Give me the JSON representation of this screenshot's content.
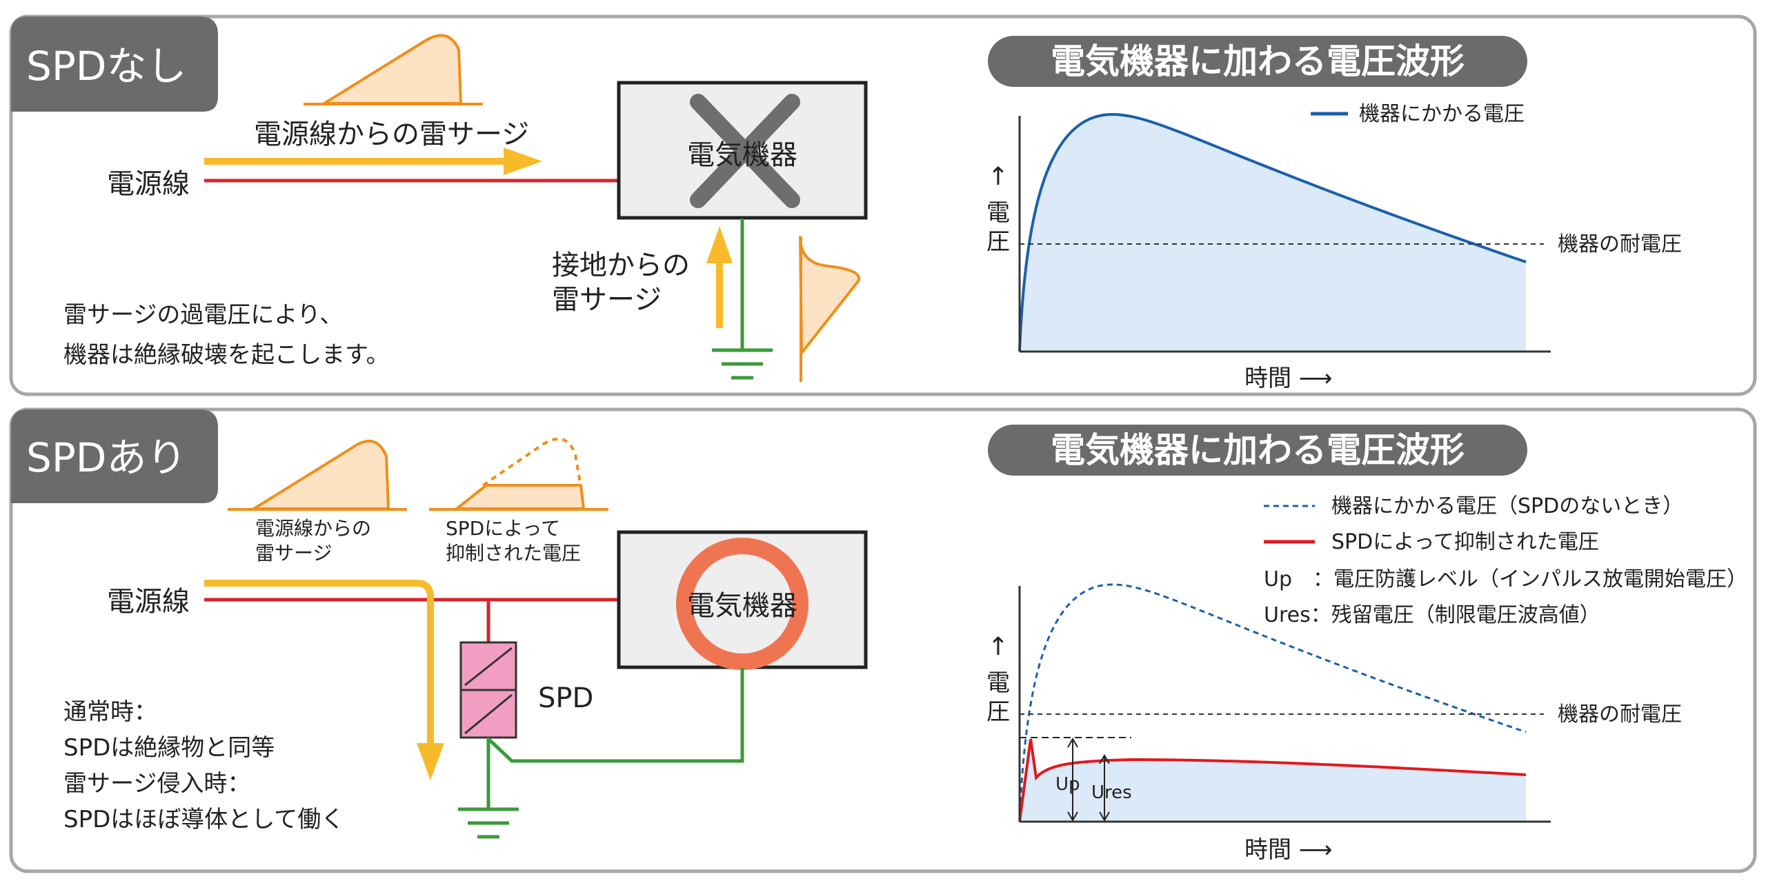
{
  "panel_without_spd": {
    "tab_label": "SPDなし",
    "power_line_label": "電源線",
    "line_surge_label": "電源線からの雷サージ",
    "device_label": "電気機器",
    "ground_surge_label_line1": "接地からの",
    "ground_surge_label_line2": "雷サージ",
    "note_line1": "雷サージの過電圧により、",
    "note_line2": "機器は絶縁破壊を起こします。",
    "chart": {
      "title": "電気機器に加わる電圧波形",
      "ylabel_arrow": "↑",
      "ylabel_char1": "電",
      "ylabel_char2": "圧",
      "xlabel": "時間 ⟶",
      "legend_voltage": "機器にかかる電圧",
      "withstand_label": "機器の耐電圧"
    }
  },
  "panel_with_spd": {
    "tab_label": "SPDあり",
    "power_line_label": "電源線",
    "surge_caption_line1": "電源線からの",
    "surge_caption_line2": "雷サージ",
    "suppressed_caption_line1": "SPDによって",
    "suppressed_caption_line2": "抑制された電圧",
    "device_label": "電気機器",
    "spd_label": "SPD",
    "note_line1": "通常時：",
    "note_line2": "SPDは絶縁物と同等",
    "note_line3": "雷サージ侵入時：",
    "note_line4": "SPDはほぼ導体として働く",
    "chart": {
      "title": "電気機器に加わる電圧波形",
      "ylabel_arrow": "↑",
      "ylabel_char1": "電",
      "ylabel_char2": "圧",
      "xlabel": "時間 ⟶",
      "legend_unsuppressed": "機器にかかる電圧（SPDのないとき）",
      "legend_suppressed": "SPDによって抑制された電圧",
      "legend_up": "Up　：電圧防護レベル（インパルス放電開始電圧）",
      "legend_ures": "Ures：残留電圧（制限電圧波高値）",
      "withstand_label": "機器の耐電圧",
      "up_marker": "Up",
      "ures_marker": "Ures"
    }
  },
  "colors": {
    "panel_border": "#a7a7a7",
    "tab_bg": "#6b6b6b",
    "surge_orange": "#ef8f1b",
    "surge_fill": "#fde3c4",
    "flow_arrow_yellow": "#f7ba2a",
    "power_line_red": "#d8232a",
    "ground_green": "#3a9a3a",
    "device_fill": "#eeeeee",
    "cross_gray": "#6e6e6e",
    "ring_orange": "#ef7552",
    "spd_pink": "#f19ec2",
    "voltage_blue": "#1a5fac",
    "chart_fill_blue": "#dce9f8",
    "suppressed_red": "#e0191e"
  }
}
